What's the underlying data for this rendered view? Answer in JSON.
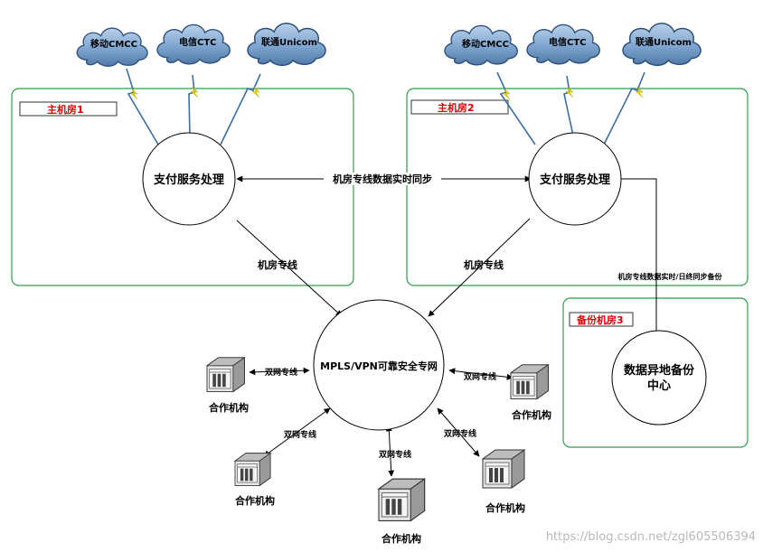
{
  "rooms": {
    "main1": "主机房1",
    "main2": "主机房2",
    "backup": "备份机房3"
  },
  "clouds": {
    "room1": [
      "移动CMCC",
      "电信CTC",
      "联通Unicom"
    ],
    "room2": [
      "移动CMCC",
      "电信CTC",
      "联通Unicom"
    ]
  },
  "nodes": {
    "pay1": "支付服务处理",
    "pay2": "支付服务处理",
    "mpls": "MPLS/VPN可靠安全专网",
    "backup_line1": "数据异地备份",
    "backup_line2": "中心"
  },
  "links": {
    "sync": "机房专线数据实时同步",
    "dedicated1": "机房专线",
    "dedicated2": "机房专线",
    "backup_sync": "机房专线数据实时/日终同步备份",
    "dual": "双网专线"
  },
  "partners": {
    "label": "合作机构"
  },
  "watermark": "https://blog.csdn.net/zgl605506394",
  "colors": {
    "room_border": "#2e9e4e",
    "room_label": "#e00000",
    "lightning": "#e8d200",
    "cloud_fill": "#6f9bc8"
  }
}
